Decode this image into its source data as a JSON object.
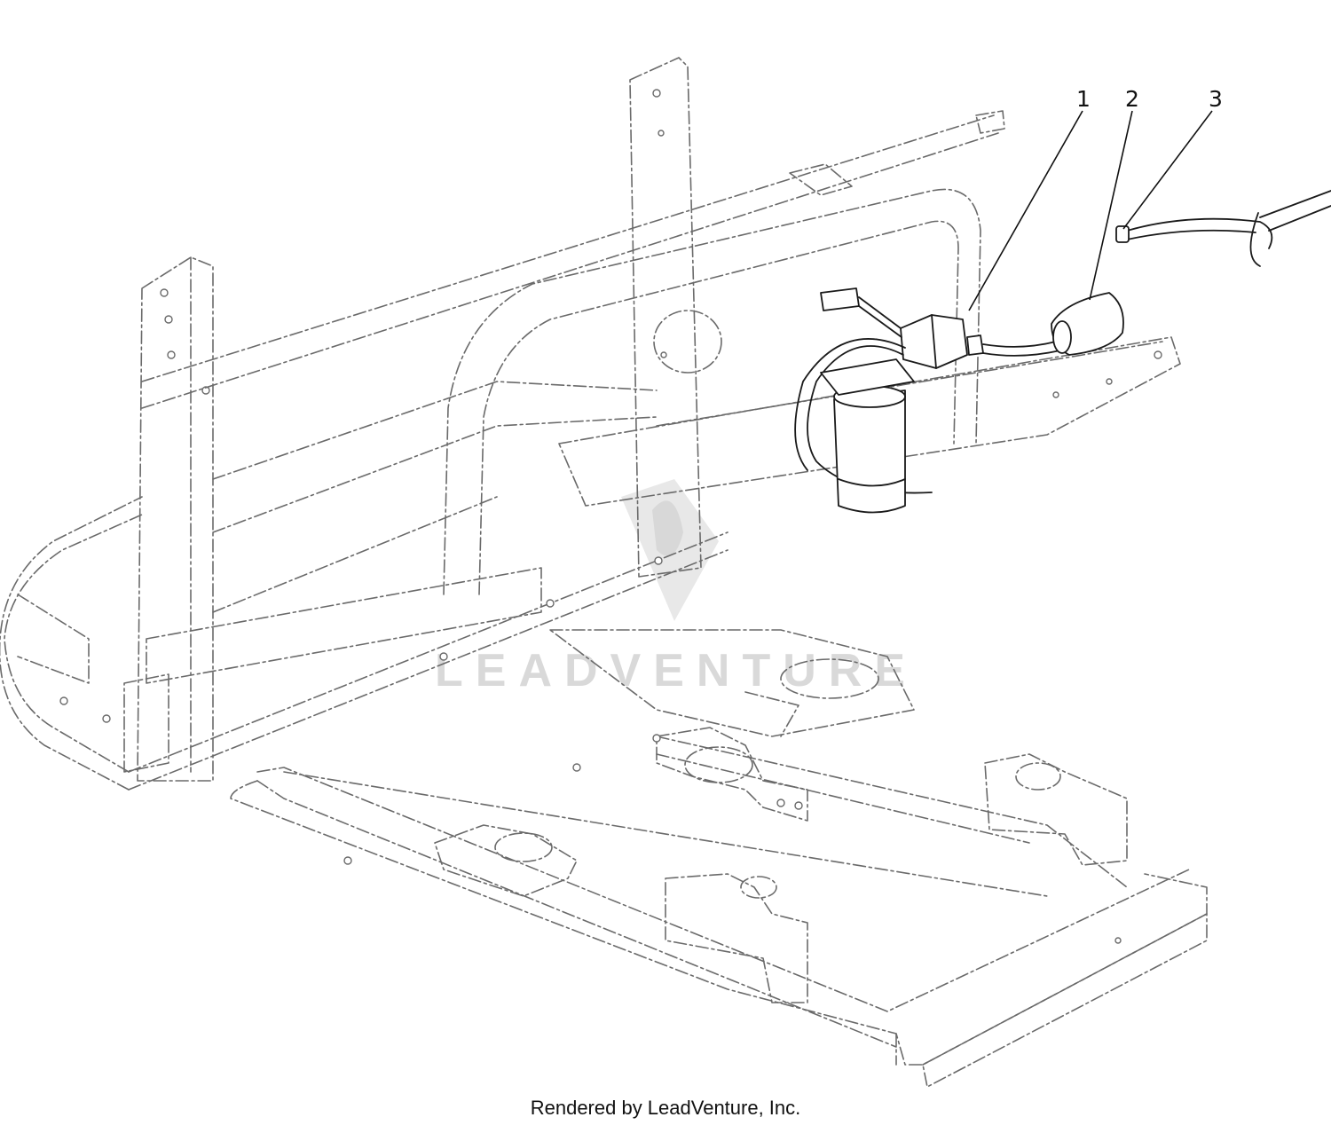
{
  "callouts": [
    {
      "label": "1"
    },
    {
      "label": "2"
    },
    {
      "label": "3"
    }
  ],
  "watermark": "LEADVENTURE",
  "footer": "Rendered by LeadVenture, Inc."
}
